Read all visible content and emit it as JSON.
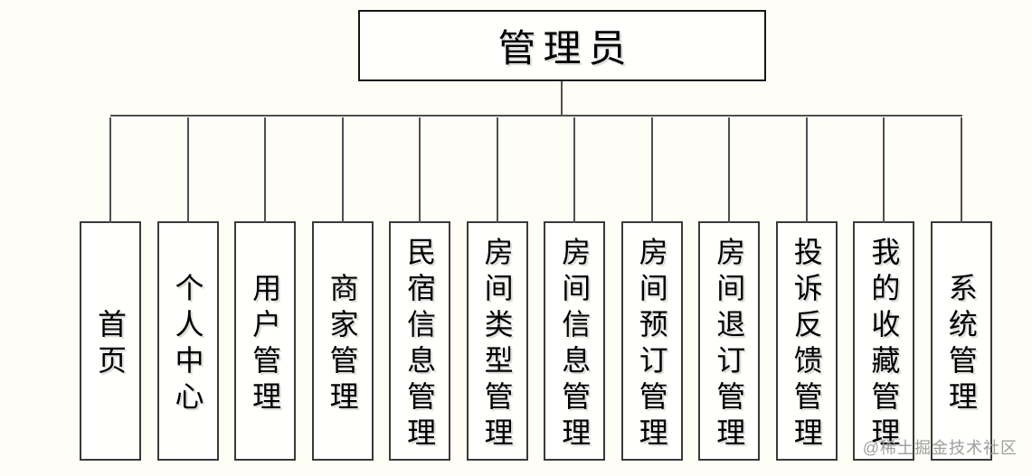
{
  "diagram": {
    "root": "管理员",
    "children": [
      "首页",
      "个人中心",
      "用户管理",
      "商家管理",
      "民宿信息管理",
      "房间类型管理",
      "房间信息管理",
      "房间预订管理",
      "房间退订管理",
      "投诉反馈管理",
      "我的收藏管理",
      "系统管理"
    ],
    "watermark": "@稀土掘金技术社区",
    "colors": {
      "background": "#fffef6",
      "box_fill": "#fffffd",
      "line": "#4f4f4f",
      "border_root": "#161616",
      "border_node": "#3a3a3a",
      "text": "#000000",
      "watermark": "#9e9e9e"
    }
  }
}
